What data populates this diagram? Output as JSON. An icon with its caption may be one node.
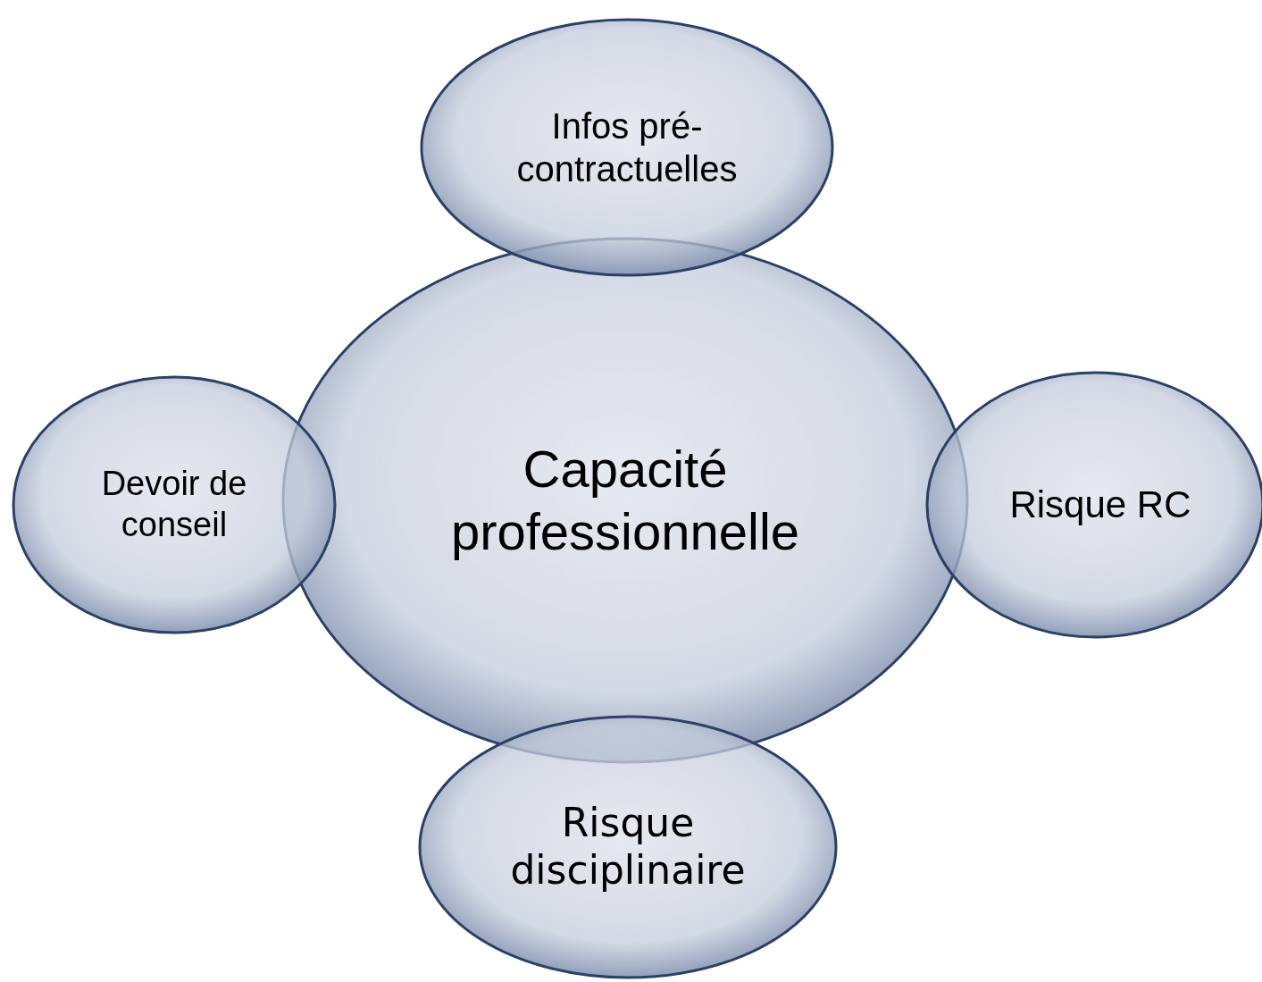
{
  "diagram": {
    "nodes": [
      {
        "text": [
          "Capacité professionnelle"
        ]
      },
      {
        "text": [
          "Infos pré-contractuelles"
        ]
      },
      {
        "text": [
          "Devoir de conseil"
        ]
      },
      {
        "text": [
          "Risque RC"
        ]
      },
      {
        "text": [
          "Risque disciplinaire"
        ]
      }
    ]
  }
}
